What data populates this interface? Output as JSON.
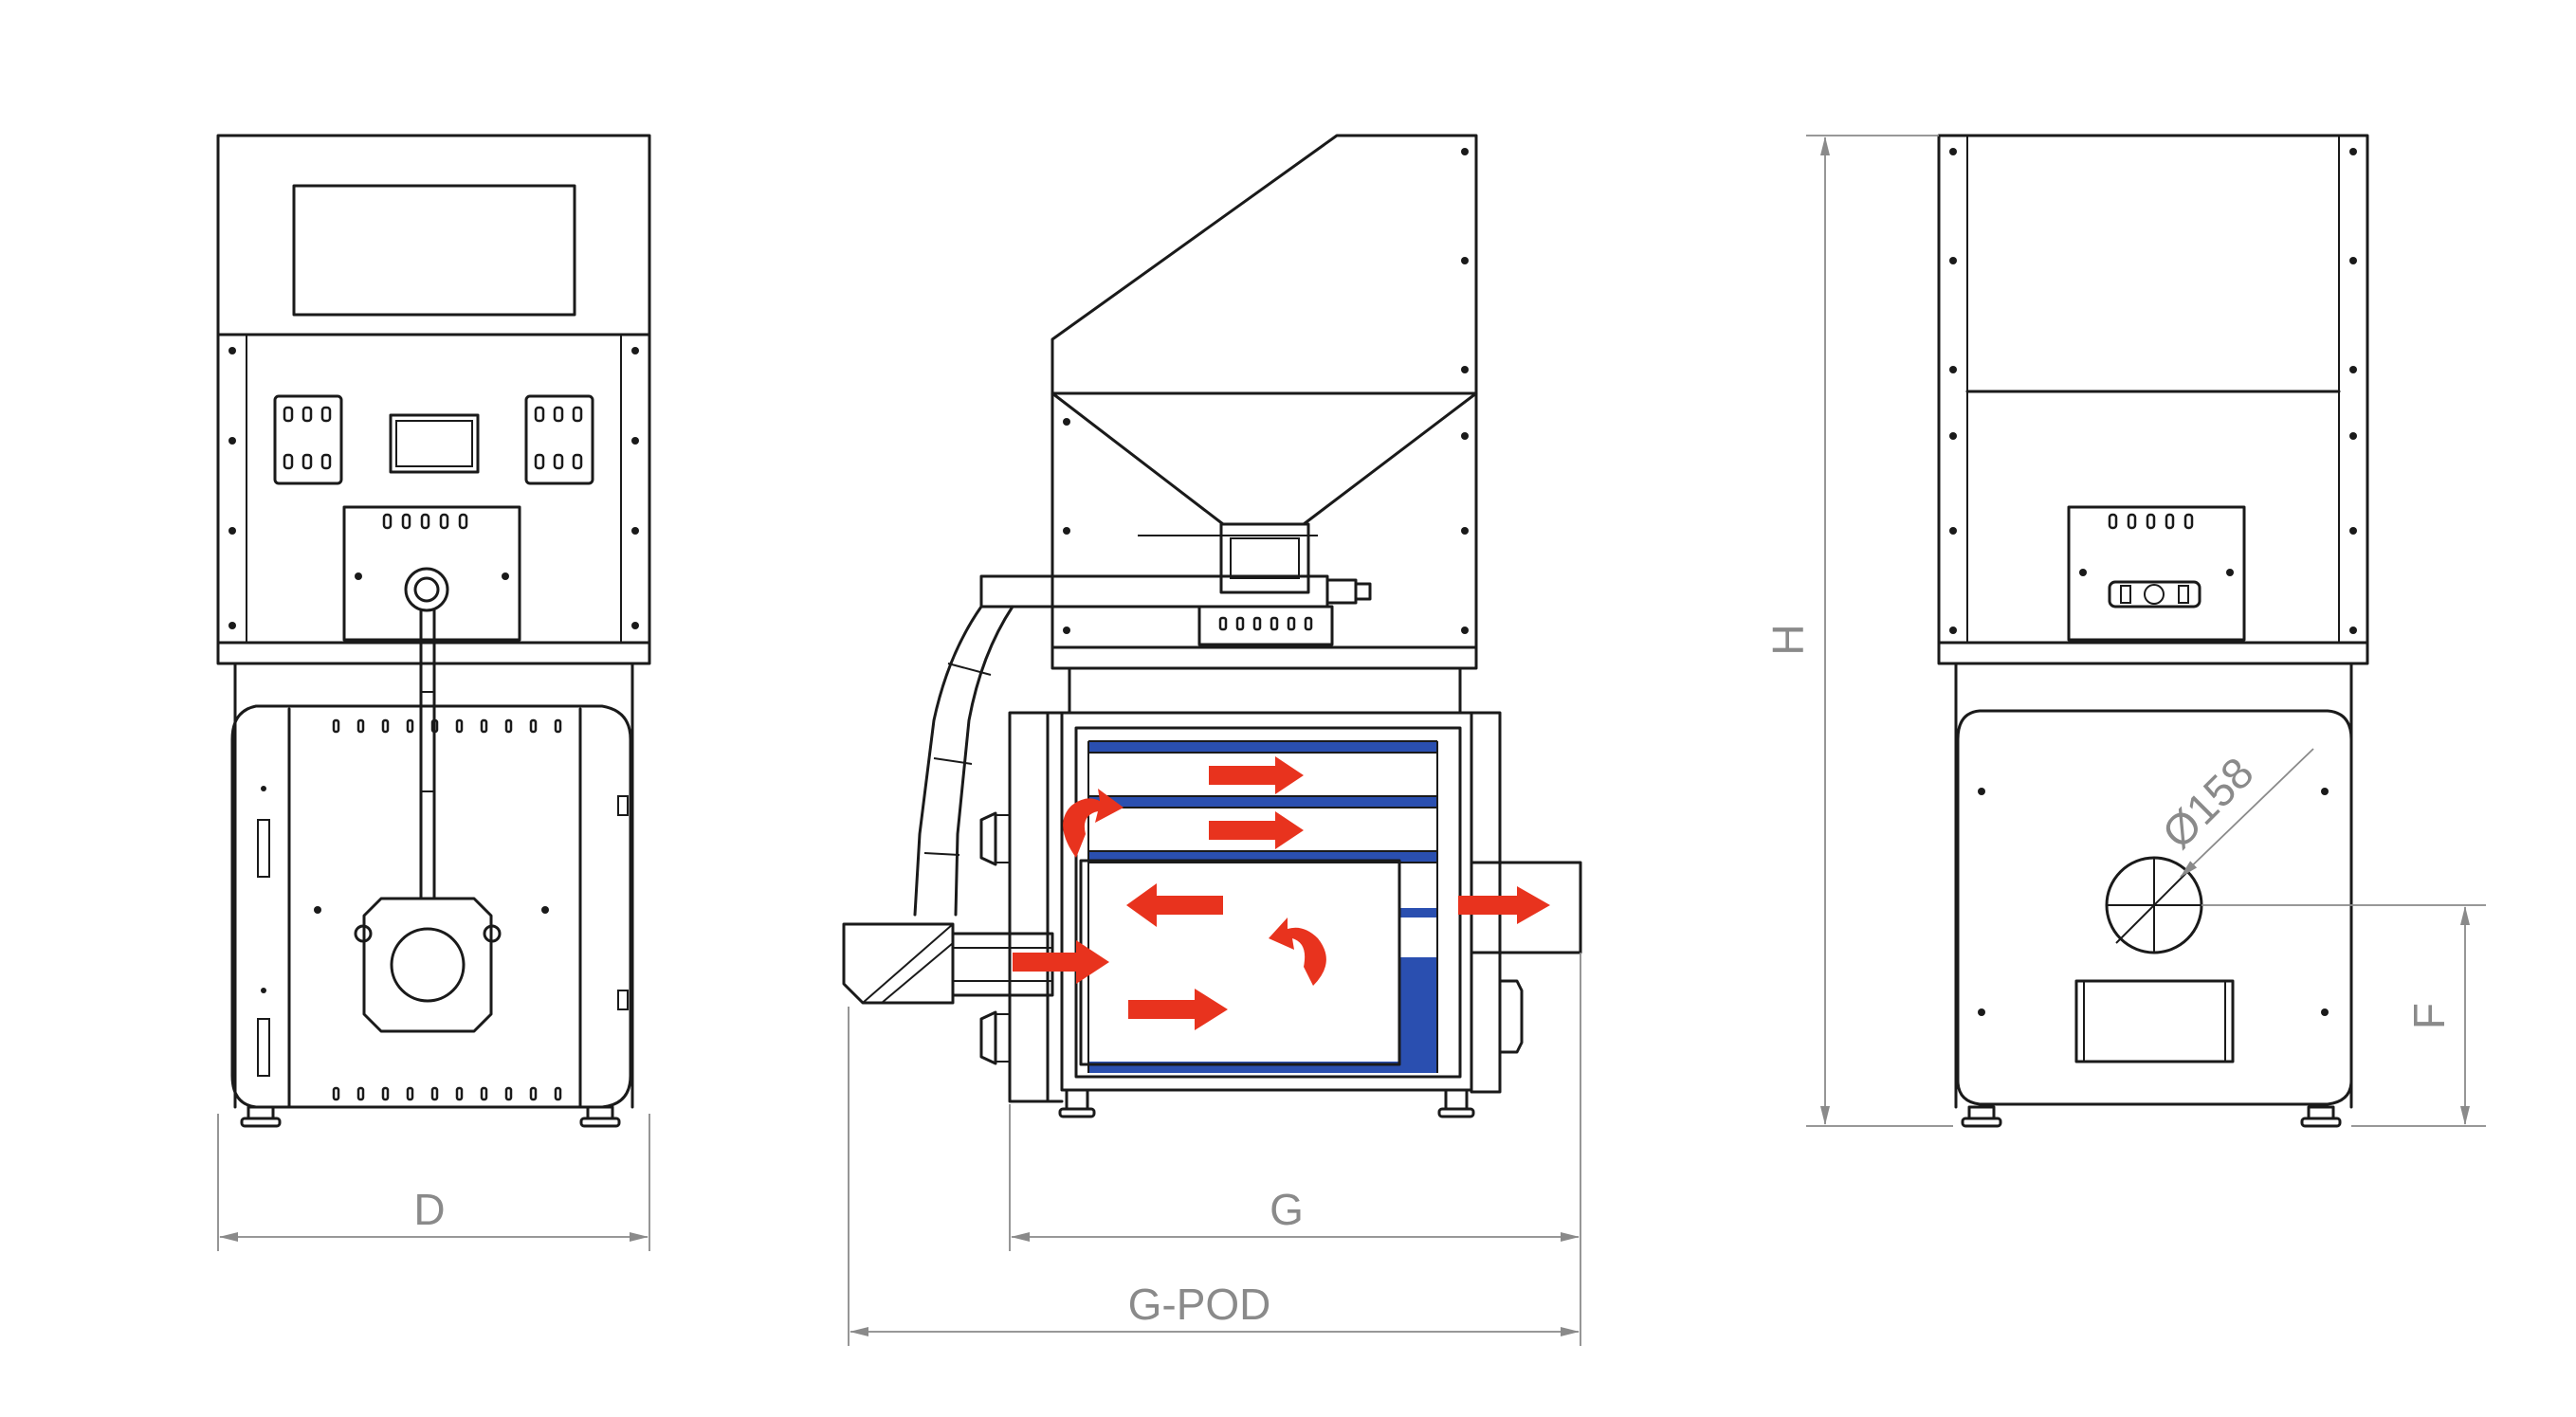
{
  "dimensions": {
    "depth_label": "D",
    "width_label": "G",
    "width_with_burner_label": "G-POD",
    "height_label": "H",
    "flue_height_label": "F",
    "flue_diameter_label": "Ø158"
  },
  "colors": {
    "water_jacket": "#2a4fb0",
    "flue_gas_flow": "#e8331e",
    "dimension_line": "#8a8a8a",
    "outline": "#1a1a1a"
  },
  "views": [
    "front-view",
    "side-section-view",
    "rear-view"
  ]
}
